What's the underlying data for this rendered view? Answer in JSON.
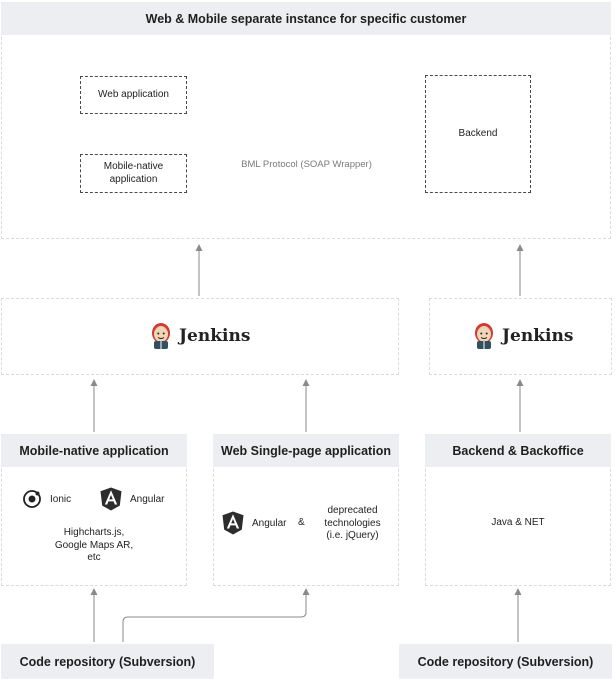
{
  "top_panel": {
    "title": "Web & Mobile separate instance for specific customer",
    "web_app": "Web application",
    "mobile_app_line1": "Mobile-native",
    "mobile_app_line2": "application",
    "backend": "Backend",
    "protocol": "BML Protocol (SOAP Wrapper)"
  },
  "ci": {
    "left_label": "Jenkins",
    "right_label": "Jenkins"
  },
  "mobile_panel": {
    "title": "Mobile-native application",
    "tech1": "Ionic",
    "tech2": "Angular",
    "extra_line1": "Highcharts.js,",
    "extra_line2": "Google Maps AR,",
    "extra_line3": "etc"
  },
  "web_panel": {
    "title": "Web Single-page application",
    "tech1": "Angular",
    "amp": "&",
    "deprecated_line1": "deprecated",
    "deprecated_line2": "technologies",
    "deprecated_line3": "(i.e. jQuery)"
  },
  "backend_panel": {
    "title": "Backend & Backoffice",
    "tech": "Java & NET"
  },
  "repos": {
    "left": "Code repository (Subversion)",
    "right": "Code repository (Subversion)"
  },
  "colors": {
    "header_bg": "#eceef1",
    "dashed_border": "#d9dbdf",
    "line": "#8a8a8a",
    "angular_red": "#2d2d2d"
  },
  "icons": [
    "ionic-icon",
    "angular-icon",
    "jenkins-icon",
    "arrow-icon"
  ]
}
